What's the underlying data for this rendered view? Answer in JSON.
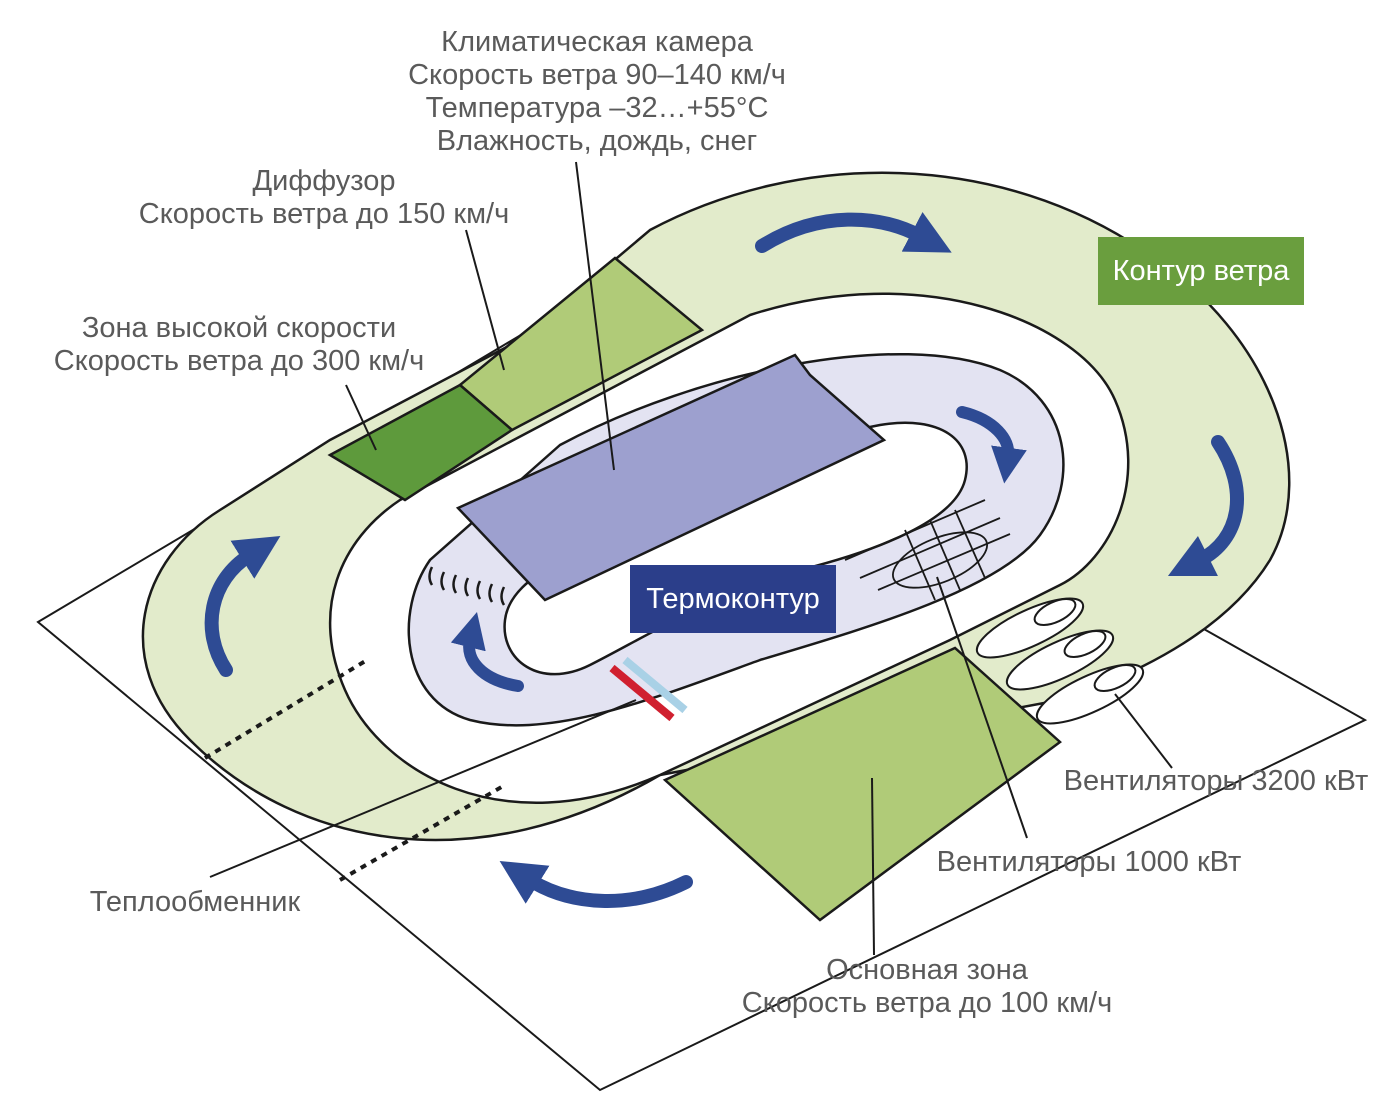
{
  "labels": {
    "climate_chamber": {
      "line1": "Климатическая камера",
      "line2": "Скорость ветра 90–140 км/ч",
      "line3": "Температура –32…+55°С",
      "line4": "Влажность, дождь, снег"
    },
    "diffuser": {
      "line1": "Диффузор",
      "line2": "Скорость ветра до 150 км/ч"
    },
    "high_speed_zone": {
      "line1": "Зона высокой скорости",
      "line2": "Скорость ветра до 300 км/ч"
    },
    "heat_exchanger": "Теплообменник",
    "main_zone": {
      "line1": "Основная зона",
      "line2": "Скорость ветра до 100 км/ч"
    },
    "fans_3200": "Вентиляторы 3200 кВт",
    "fans_1000": "Вентиляторы 1000 кВт"
  },
  "boxes": {
    "wind_circuit": "Контур ветра",
    "thermal_circuit": "Термоконтур"
  },
  "colors": {
    "light_green": "#e2ebcb",
    "mid_green": "#b0cb78",
    "dark_green": "#5e9a3c",
    "wind_box": "#6a9e3e",
    "lavender": "#e3e3f2",
    "chamber": "#9da0cf",
    "arrow_blue": "#2e4b94",
    "thermal_box": "#2b3e8a",
    "exchanger_red": "#d0202f",
    "exchanger_blue": "#a9d1e6"
  }
}
